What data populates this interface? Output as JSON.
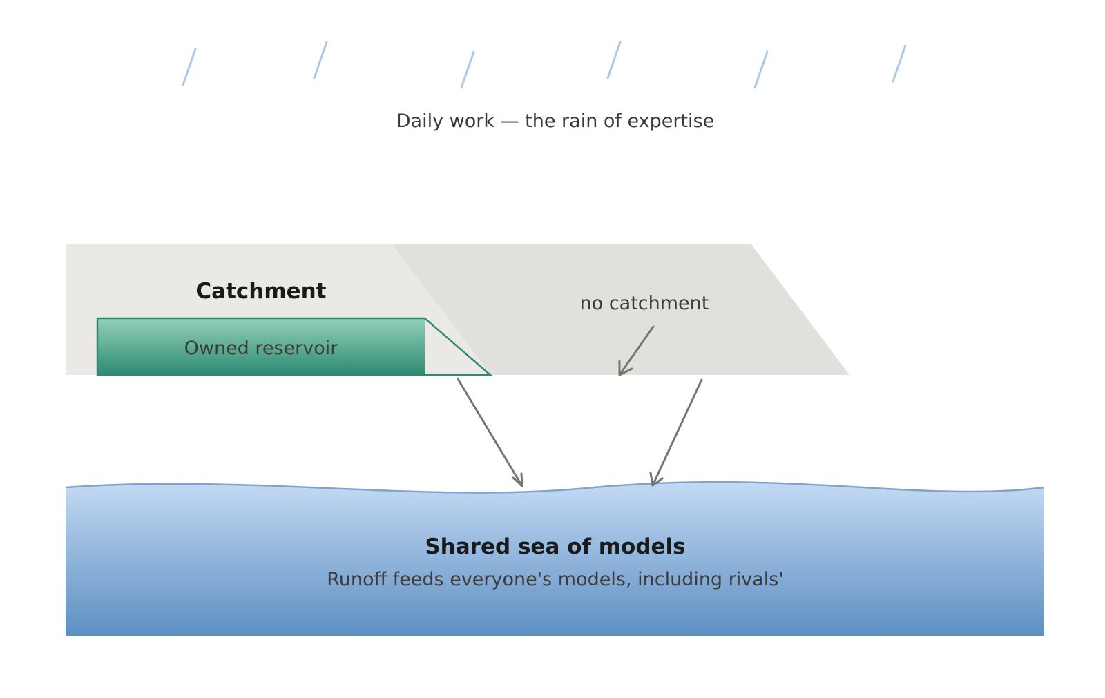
{
  "rain": {
    "caption": "Daily work — the rain of expertise",
    "drop_color": "#aac8ec"
  },
  "land": {
    "catchment_label": "Catchment",
    "reservoir_label": "Owned reservoir",
    "no_catchment_label": "no catchment",
    "catchment_fill": "#ebe9e6",
    "open_land_fill": "#e1e0dc",
    "reservoir_color": "#2e8a72"
  },
  "sea": {
    "title": "Shared sea of models",
    "subtitle": "Runoff feeds everyone's models, including rivals'",
    "top_color": "#c4daf4",
    "bottom_color": "#5d8fc2",
    "wave_color": "#7fa4cf"
  },
  "arrow_color": "#77756f"
}
